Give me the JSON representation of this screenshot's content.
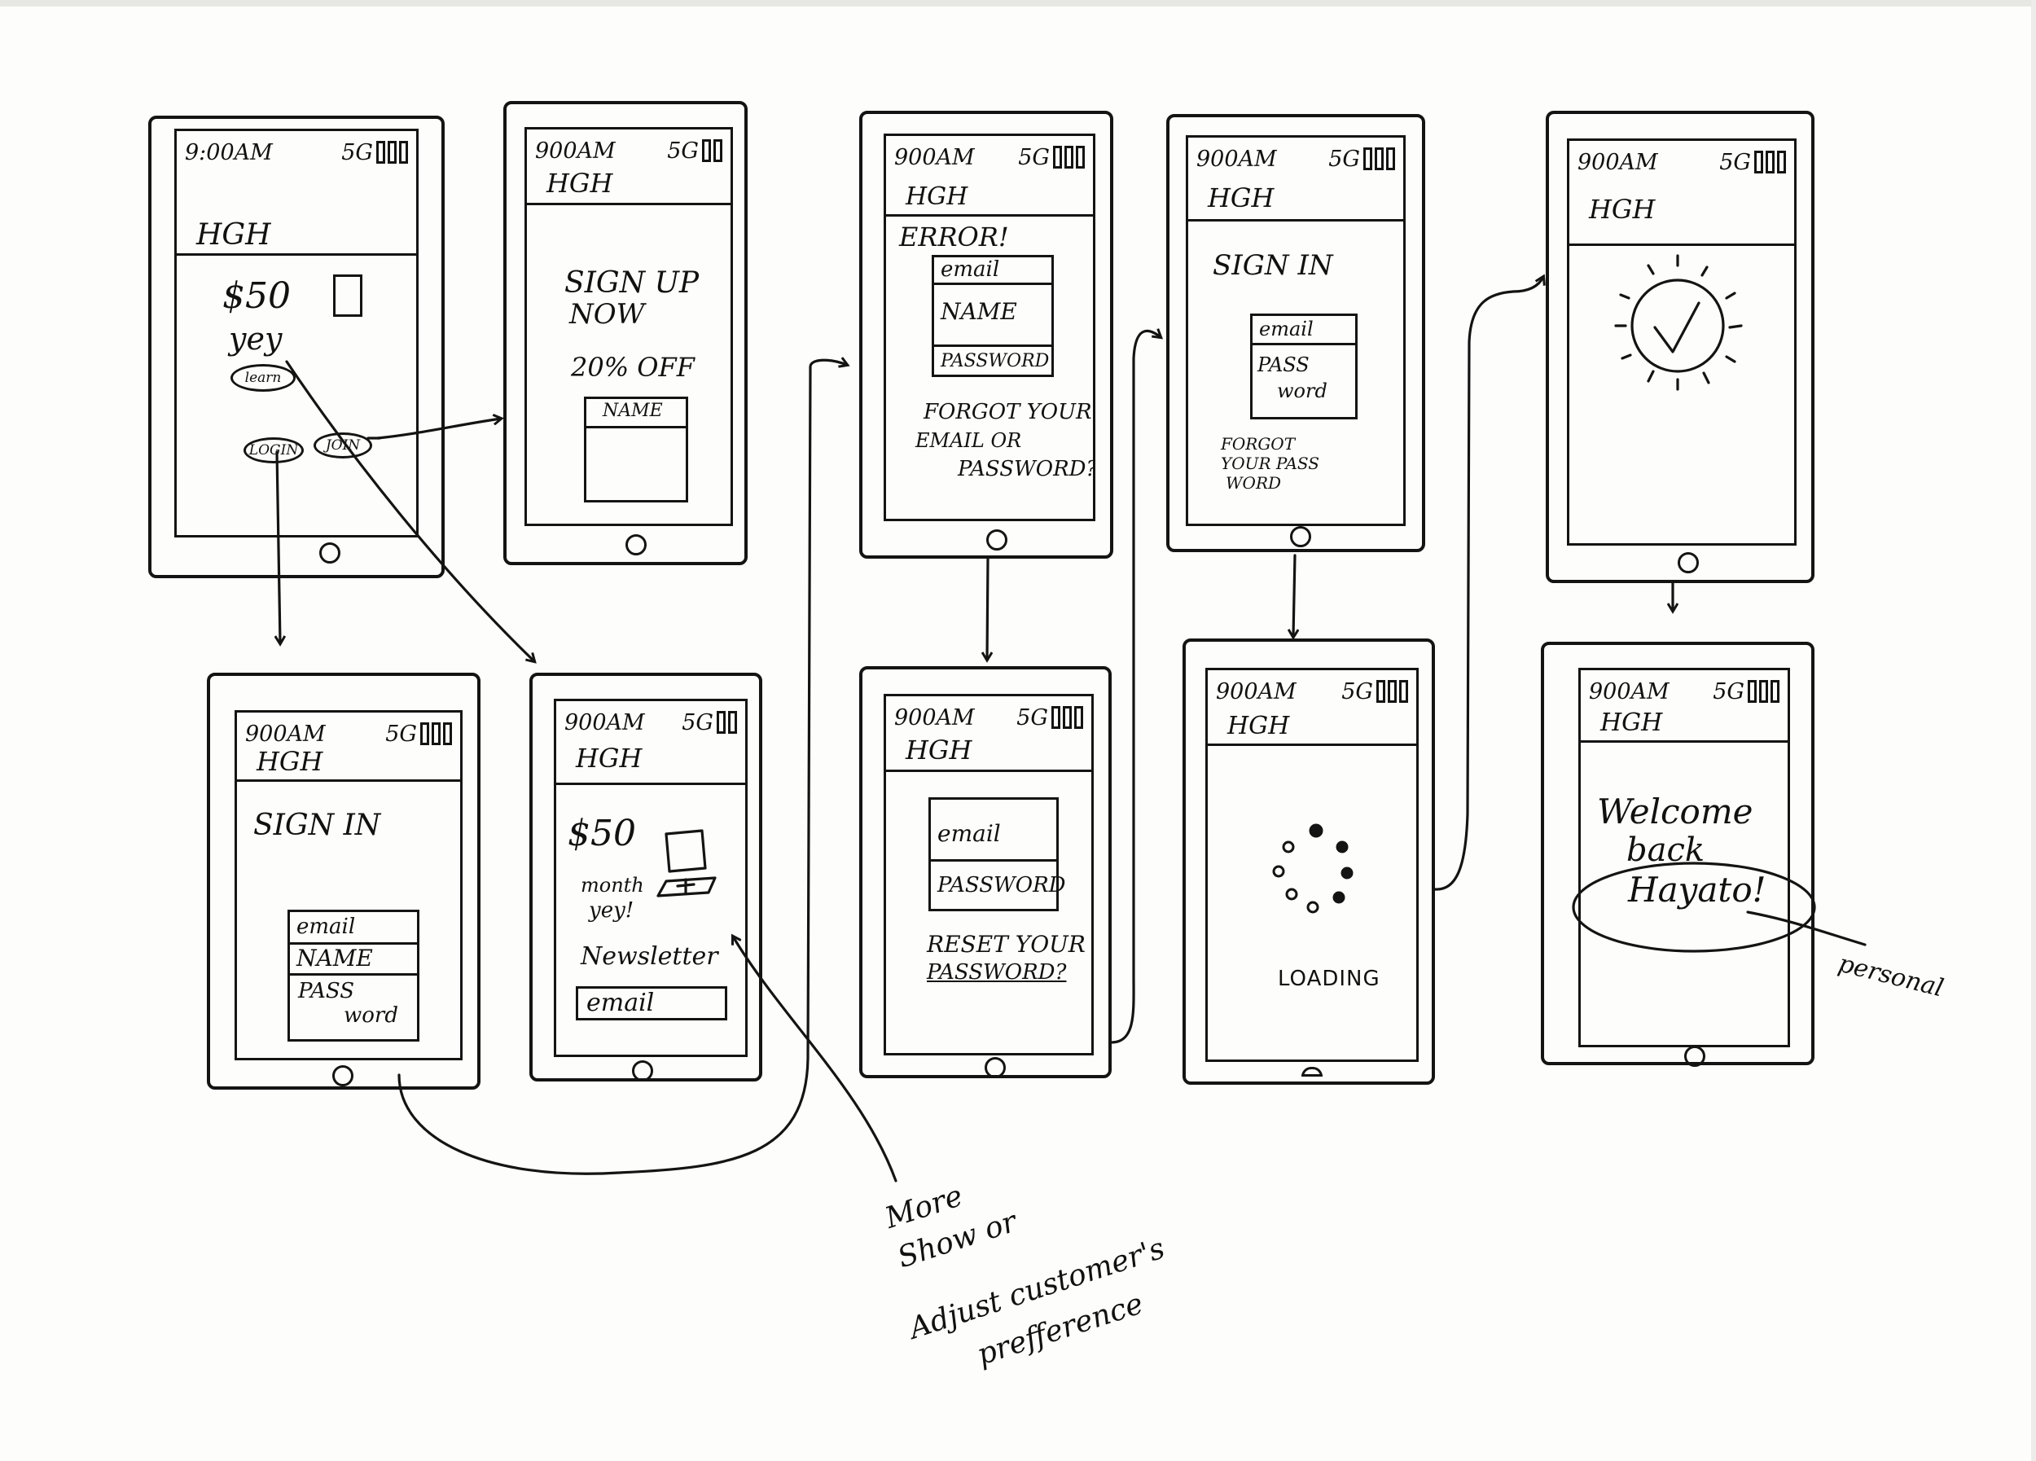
{
  "status_bar": {
    "time": "9:00AM",
    "time_short": "900AM",
    "network": "5G"
  },
  "brand": "HGH",
  "screens": {
    "home": {
      "price": "$50",
      "price_sub": "yey",
      "learn_button": "learn",
      "login_button": "LOGIN",
      "join_button": "JOIN"
    },
    "signup": {
      "headline_line1": "SIGN UP",
      "headline_line2": "NOW",
      "discount": "20% OFF",
      "name_field": "NAME"
    },
    "error": {
      "error_title": "ERROR!",
      "email_field": "email",
      "name_field": "NAME",
      "password_field": "PASSWORD",
      "help_line1": "FORGOT YOUR",
      "help_line2": "EMAIL OR",
      "help_line3": "PASSWORD?"
    },
    "signin_top": {
      "title": "SIGN IN",
      "email_field": "email",
      "password_line1": "PASS",
      "password_line2": "word",
      "help_line1": "FORGOT",
      "help_line2": "YOUR PASS",
      "help_line3": "WORD"
    },
    "success": {},
    "signin_bottom": {
      "title": "SIGN IN",
      "email_field": "email",
      "name_field": "NAME",
      "password_line1": "PASS",
      "password_line2": "word"
    },
    "newsletter": {
      "price": "$50",
      "price_sub_line1": "month",
      "price_sub_line2": "yey!",
      "newsletter_label": "Newsletter",
      "email_field": "email"
    },
    "reset": {
      "email_field": "email",
      "password_field": "PASSWORD",
      "reset_line1": "RESET YOUR",
      "reset_line2": "PASSWORD?"
    },
    "loading": {
      "label": "LOADING"
    },
    "welcome": {
      "line1": "Welcome",
      "line2": "back",
      "name": "Hayato!"
    }
  },
  "annotations": {
    "preference_line1": "More",
    "preference_line2": "Show or",
    "preference_line3": "Adjust customer's",
    "preference_line4": "prefference",
    "personal": "personal"
  }
}
